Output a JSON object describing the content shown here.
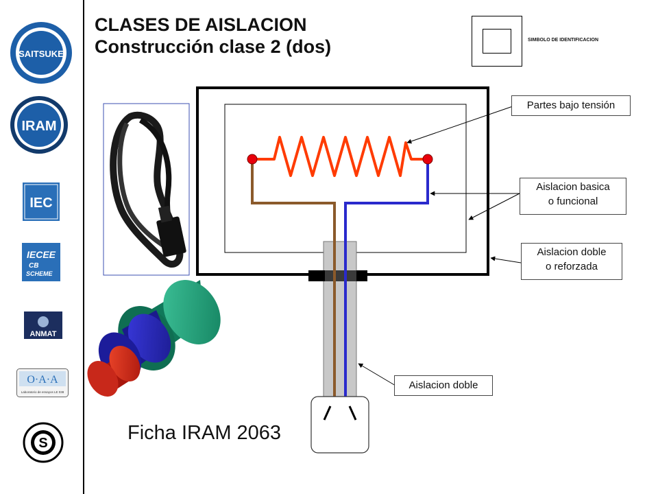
{
  "title": {
    "line1": "CLASES DE AISLACION",
    "line2": "Construcción clase 2 (dos)"
  },
  "identification": {
    "label": "SIMBOLO DE IDENTIFICACION"
  },
  "callouts": {
    "live_parts": "Partes bajo tensión",
    "basic_insulation_line1": "Aislacion basica",
    "basic_insulation_line2": "o funcional",
    "double_reinforced_line1": "Aislacion doble",
    "double_reinforced_line2": "o reforzada",
    "double_insulation": "Aislacion doble"
  },
  "plug_label": "Ficha IRAM 2063",
  "logos": {
    "saitsuke": "SAITSUKE",
    "iram": "IRAM",
    "iec": "IEC",
    "iecee_line1": "IECEE",
    "iecee_line2": "CB",
    "iecee_line3": "SCHEME",
    "anmat": "ANMAT",
    "oaa_line1": "O·A·A",
    "oaa_line2": "Laboratorio de ensayos LE 038",
    "s_mark": "S"
  },
  "colors": {
    "resistor": "#ff3b00",
    "terminal": "#e8000b",
    "wire_brown": "#8b5a2b",
    "wire_blue": "#2a2acc",
    "cable_outer": "#1fa37a",
    "cable_middle": "#2323b8",
    "cable_core": "#d8241c"
  }
}
